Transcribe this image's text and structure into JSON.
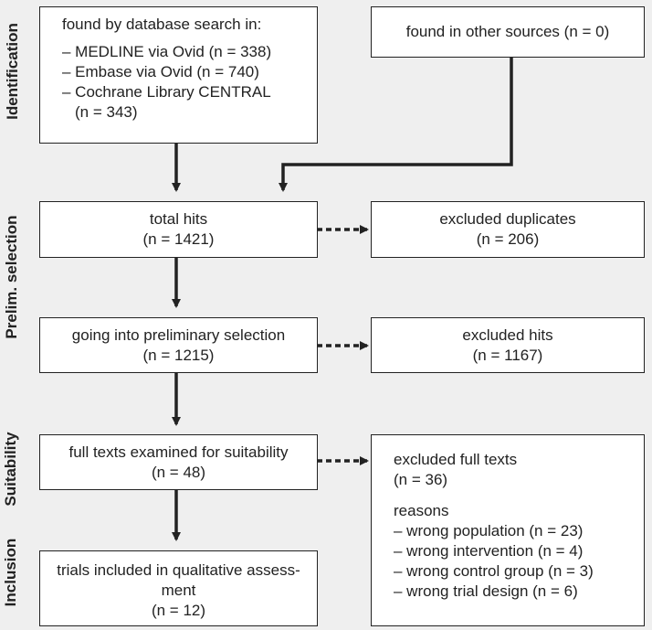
{
  "stages": {
    "identification": "Identification",
    "prelim": "Prelim. selection",
    "suitability": "Suitability",
    "inclusion": "Inclusion"
  },
  "search": {
    "heading": "found by database search in:",
    "items": [
      "– MEDLINE via Ovid (n = 338)",
      "– Embase via Ovid (n = 740)",
      "– Cochrane Library CENTRAL",
      "(n = 343)"
    ]
  },
  "other": {
    "label": "found in other sources (n = 0)"
  },
  "total": {
    "label": "total hits",
    "n": "(n = 1421)"
  },
  "duplicates": {
    "label": "excluded duplicates",
    "n": "(n = 206)"
  },
  "prelim": {
    "label": "going into preliminary selection",
    "n": "(n = 1215)"
  },
  "excluded_hits": {
    "label": "excluded hits",
    "n": "(n = 1167)"
  },
  "fulltext": {
    "label": "full texts examined for suitability",
    "n": "(n = 48)"
  },
  "excluded_full": {
    "label": "excluded full texts",
    "n": "(n = 36)",
    "reasons_label": "reasons",
    "reasons": [
      "– wrong population (n = 23)",
      "– wrong intervention (n = 4)",
      "– wrong control group (n = 3)",
      "– wrong trial design (n = 6)"
    ]
  },
  "included": {
    "line1": "trials included in qualitative assess-",
    "line2": "ment",
    "n": "(n = 12)"
  }
}
